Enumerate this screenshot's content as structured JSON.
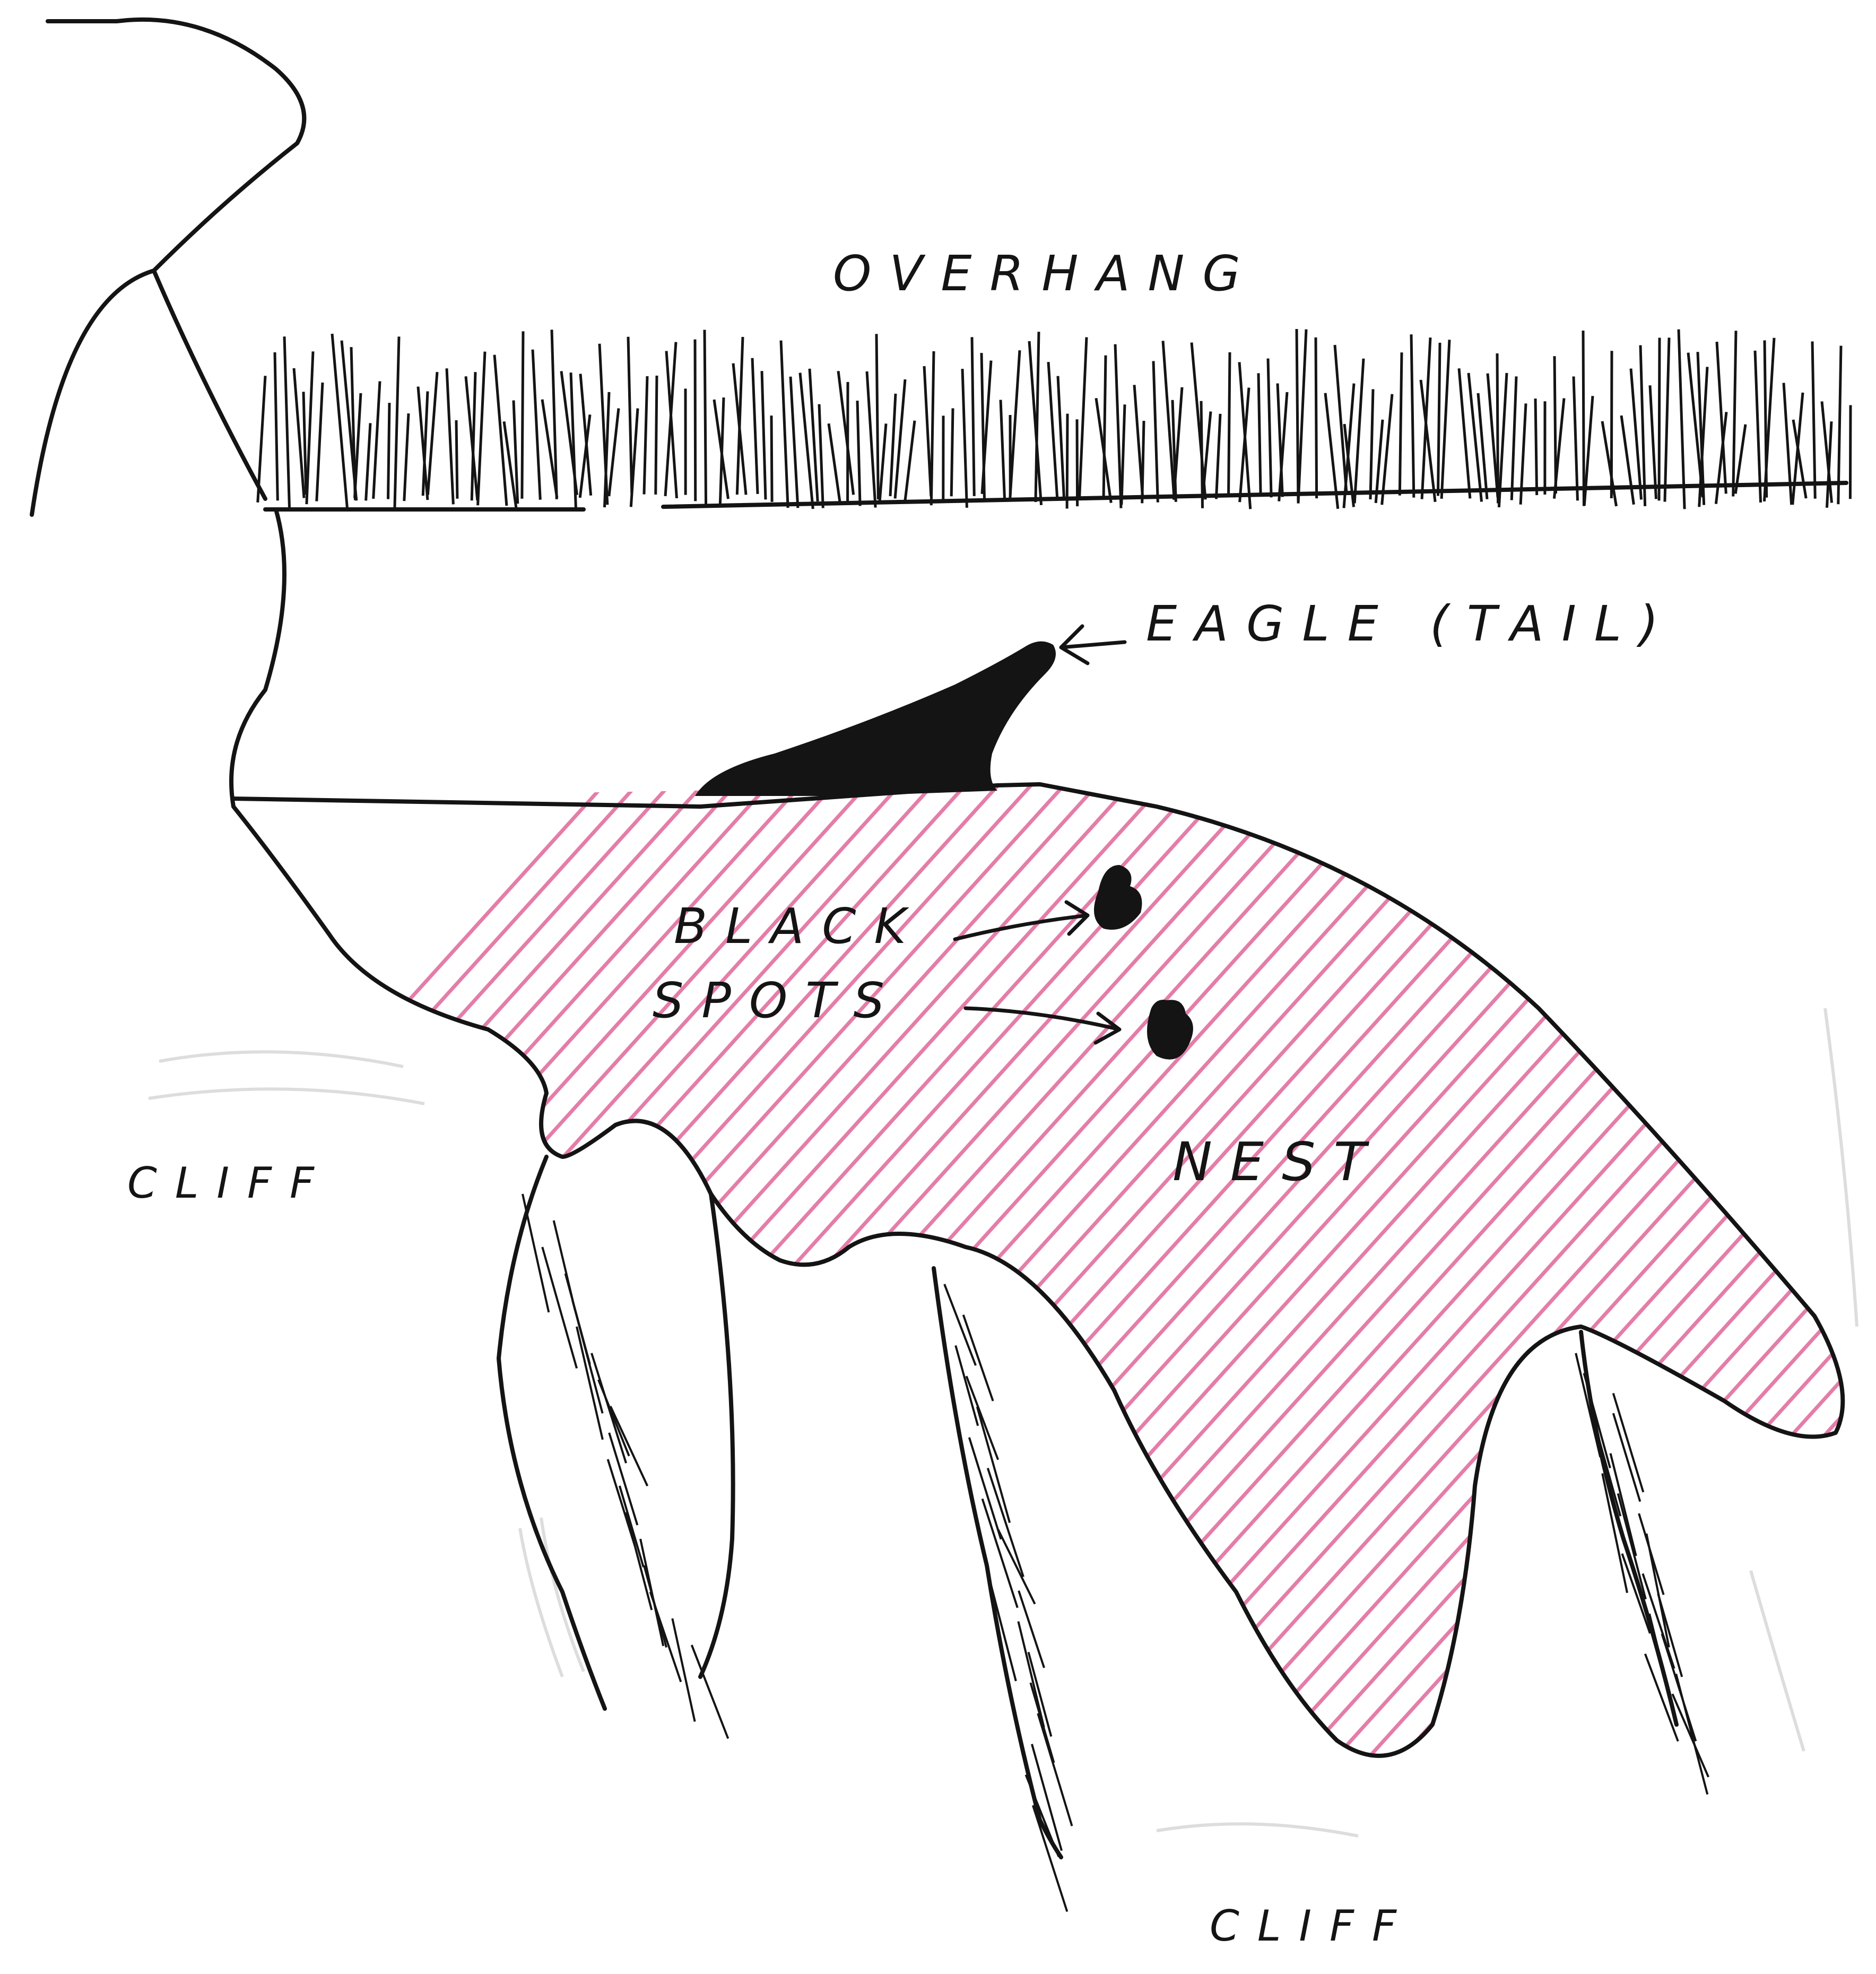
{
  "labels": {
    "overhang": "OVERHANG",
    "eagle": "EAGLE (TAIL)",
    "black": "BLACK",
    "spots": "SPOTS",
    "nest": "NEST",
    "cliff_left": "CLIFF",
    "cliff_bottom": "CLIFF"
  },
  "colors": {
    "ink": "#141414",
    "nest_hatch": "#e0679a",
    "pencil": "#c8c8c8",
    "paper": "#ffffff"
  }
}
